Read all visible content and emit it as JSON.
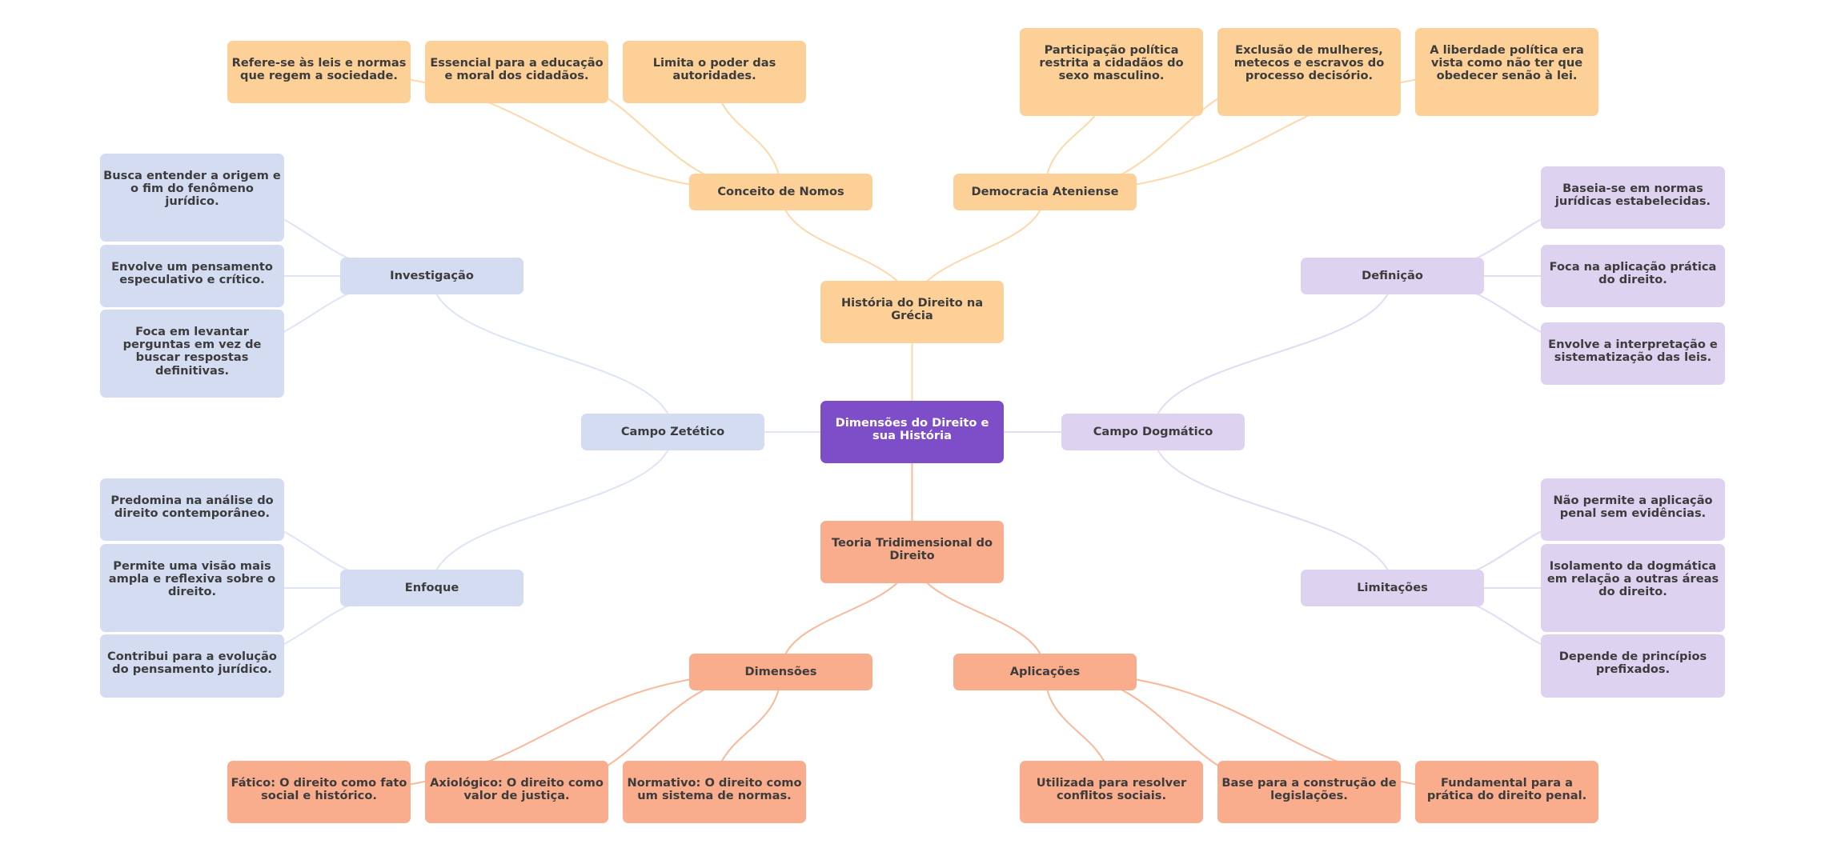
{
  "title": "Dimensões do Direito e sua História",
  "colors": {
    "root": "#7e4ec9",
    "historia_branch": "#fdd097",
    "teoria_branch": "#f9ad8d",
    "zetetico_branch": "#d4dcf2",
    "dogmatico_branch": "#ddd3f0",
    "historia_link": "#fdd8aa",
    "teoria_link": "#f9b899",
    "zetetico_link": "#dde4f5",
    "dogmatico_link": "#e2dbf3"
  },
  "nodes": {
    "root": "Dimensões do Direito e sua História",
    "historia": "História do Direito na Grécia",
    "nomos": "Conceito de Nomos",
    "nomos_1": "Refere-se às leis e normas que regem a sociedade.",
    "nomos_2": "Essencial para a educação e moral dos cidadãos.",
    "nomos_3": "Limita o poder das autoridades.",
    "democracia": "Democracia Ateniense",
    "democracia_1": "Participação política restrita a cidadãos do sexo masculino.",
    "democracia_2": "Exclusão de mulheres, metecos e escravos do processo decisório.",
    "democracia_3": "A liberdade política era vista como não ter que obedecer senão à lei.",
    "zetetico": "Campo Zetético",
    "investigacao": "Investigação",
    "investigacao_1": "Busca entender a origem e o fim do fenômeno jurídico.",
    "investigacao_2": "Envolve um pensamento especulativo e crítico.",
    "investigacao_3": "Foca em levantar perguntas em vez de buscar respostas definitivas.",
    "enfoque": "Enfoque",
    "enfoque_1": "Predomina na análise do direito contemporâneo.",
    "enfoque_2": "Permite uma visão mais ampla e reflexiva sobre o direito.",
    "enfoque_3": "Contribui para a evolução do pensamento jurídico.",
    "dogmatico": "Campo Dogmático",
    "definicao": "Definição",
    "definicao_1": "Baseia-se em normas jurídicas estabelecidas.",
    "definicao_2": "Foca na aplicação prática do direito.",
    "definicao_3": "Envolve a interpretação e sistematização das leis.",
    "limitacoes": "Limitações",
    "limitacoes_1": "Não permite a aplicação penal sem evidências.",
    "limitacoes_2": "Isolamento da dogmática em relação a outras áreas do direito.",
    "limitacoes_3": "Depende de princípios prefixados.",
    "teoria": "Teoria Tridimensional do Direito",
    "dimensoes": "Dimensões",
    "dimensoes_1": "Fático: O direito como fato social e histórico.",
    "dimensoes_2": "Axiológico: O direito como valor de justiça.",
    "dimensoes_3": "Normativo: O direito como um sistema de normas.",
    "aplicacoes": "Aplicações",
    "aplicacoes_1": "Utilizada para resolver conflitos sociais.",
    "aplicacoes_2": "Base para a construção de legislações.",
    "aplicacoes_3": "Fundamental para a prática do direito penal."
  },
  "edges": [
    [
      "root",
      "historia"
    ],
    [
      "historia",
      "nomos"
    ],
    [
      "historia",
      "democracia"
    ],
    [
      "nomos",
      "nomos_1"
    ],
    [
      "nomos",
      "nomos_2"
    ],
    [
      "nomos",
      "nomos_3"
    ],
    [
      "democracia",
      "democracia_1"
    ],
    [
      "democracia",
      "democracia_2"
    ],
    [
      "democracia",
      "democracia_3"
    ],
    [
      "root",
      "zetetico"
    ],
    [
      "zetetico",
      "investigacao"
    ],
    [
      "zetetico",
      "enfoque"
    ],
    [
      "investigacao",
      "investigacao_1"
    ],
    [
      "investigacao",
      "investigacao_2"
    ],
    [
      "investigacao",
      "investigacao_3"
    ],
    [
      "enfoque",
      "enfoque_1"
    ],
    [
      "enfoque",
      "enfoque_2"
    ],
    [
      "enfoque",
      "enfoque_3"
    ],
    [
      "root",
      "dogmatico"
    ],
    [
      "dogmatico",
      "definicao"
    ],
    [
      "dogmatico",
      "limitacoes"
    ],
    [
      "definicao",
      "definicao_1"
    ],
    [
      "definicao",
      "definicao_2"
    ],
    [
      "definicao",
      "definicao_3"
    ],
    [
      "limitacoes",
      "limitacoes_1"
    ],
    [
      "limitacoes",
      "limitacoes_2"
    ],
    [
      "limitacoes",
      "limitacoes_3"
    ],
    [
      "root",
      "teoria"
    ],
    [
      "teoria",
      "dimensoes"
    ],
    [
      "teoria",
      "aplicacoes"
    ],
    [
      "dimensoes",
      "dimensoes_1"
    ],
    [
      "dimensoes",
      "dimensoes_2"
    ],
    [
      "dimensoes",
      "dimensoes_3"
    ],
    [
      "aplicacoes",
      "aplicacoes_1"
    ],
    [
      "aplicacoes",
      "aplicacoes_2"
    ],
    [
      "aplicacoes",
      "aplicacoes_3"
    ]
  ]
}
